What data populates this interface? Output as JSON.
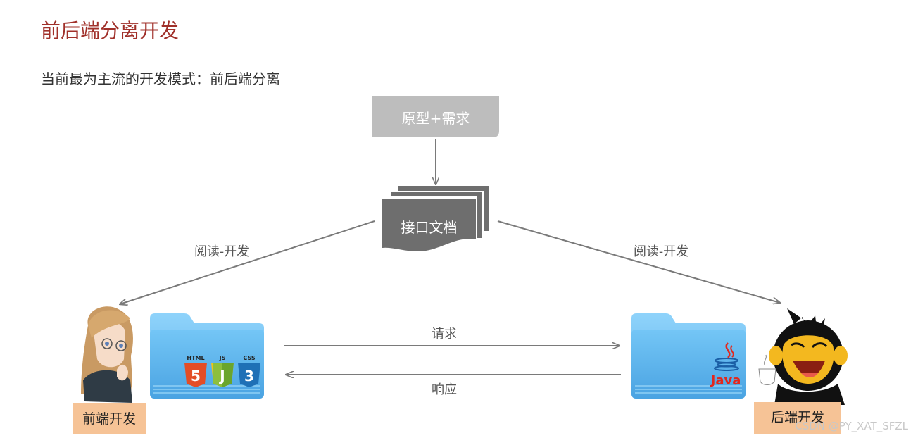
{
  "page": {
    "title": "前后端分离开发",
    "subtitle": "当前最为主流的开发模式：前后端分离"
  },
  "diagram": {
    "requirements_box": "原型+需求",
    "api_doc": "接口文档",
    "read_dev_left": "阅读-开发",
    "read_dev_right": "阅读-开发",
    "request_label": "请求",
    "response_label": "响应",
    "frontend_role": "前端开发",
    "backend_role": "后端开发",
    "frontend_tech_badges": [
      "HTML",
      "JS",
      "CSS"
    ],
    "backend_tech_badge": "Java"
  },
  "watermark": "CSDN @PY_XAT_SFZL",
  "colors": {
    "title": "#a0302a",
    "requirements_box": "#bdbdbd",
    "api_doc": "#6e6e6e",
    "folder": "#64b8ef",
    "role_label": "#f6c396",
    "arrow": "#7a7a7a"
  }
}
